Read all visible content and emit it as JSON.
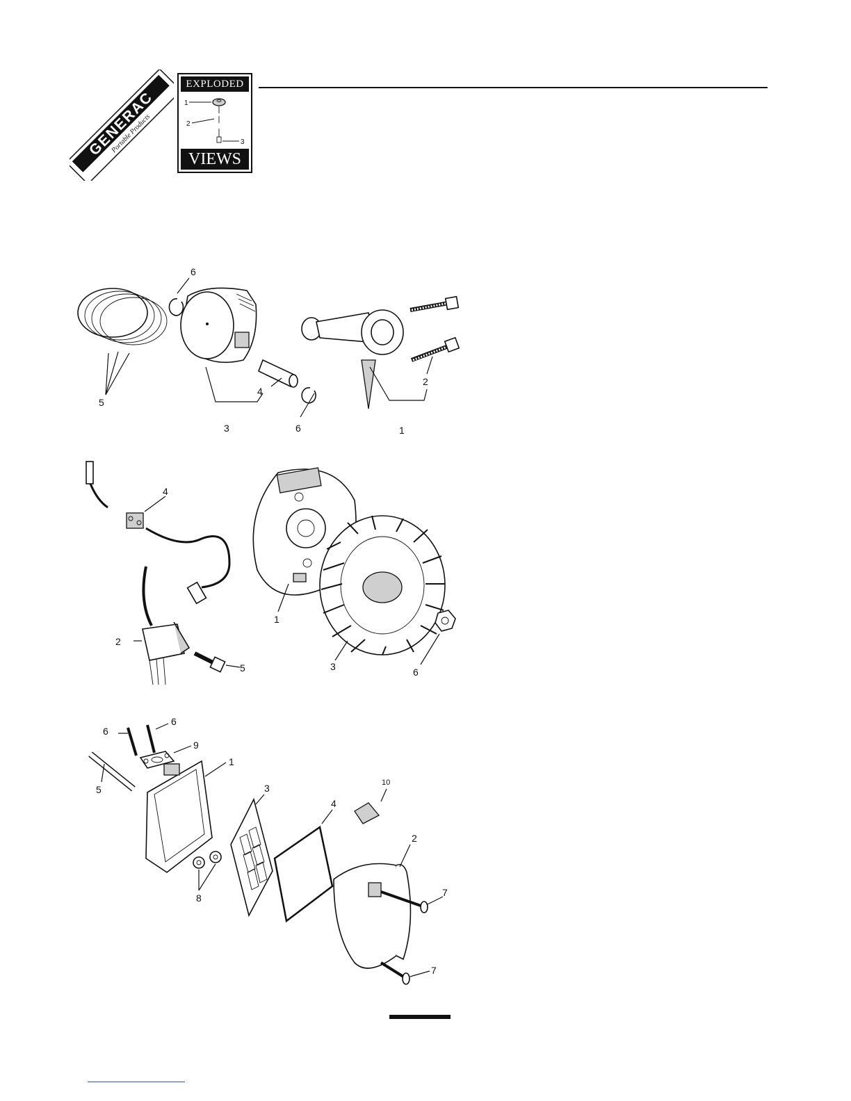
{
  "header": {
    "logo_brand": "GENERAC",
    "logo_sub": "Portable Products",
    "badge_top": "EXPLODED",
    "badge_bottom": "VIEWS",
    "badge_callouts": [
      "1",
      "2",
      "3"
    ]
  },
  "figures": [
    {
      "callouts": [
        "6",
        "5",
        "4",
        "3",
        "6",
        "2",
        "1"
      ]
    },
    {
      "callouts": [
        "4",
        "1",
        "2",
        "5",
        "3",
        "6"
      ]
    },
    {
      "callouts": [
        "6",
        "6",
        "9",
        "1",
        "5",
        "3",
        "10",
        "4",
        "2",
        "8",
        "7",
        "7"
      ]
    }
  ]
}
